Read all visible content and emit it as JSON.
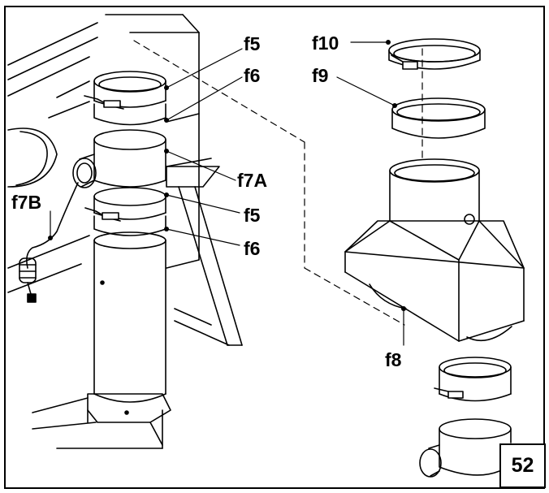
{
  "labels": {
    "f5_top": "f5",
    "f6_top": "f6",
    "f7a": "f7A",
    "f5_bottom": "f5",
    "f6_bottom": "f6",
    "f7b": "f7B",
    "f10": "f10",
    "f9": "f9",
    "f8": "f8"
  },
  "figure_number": "52"
}
